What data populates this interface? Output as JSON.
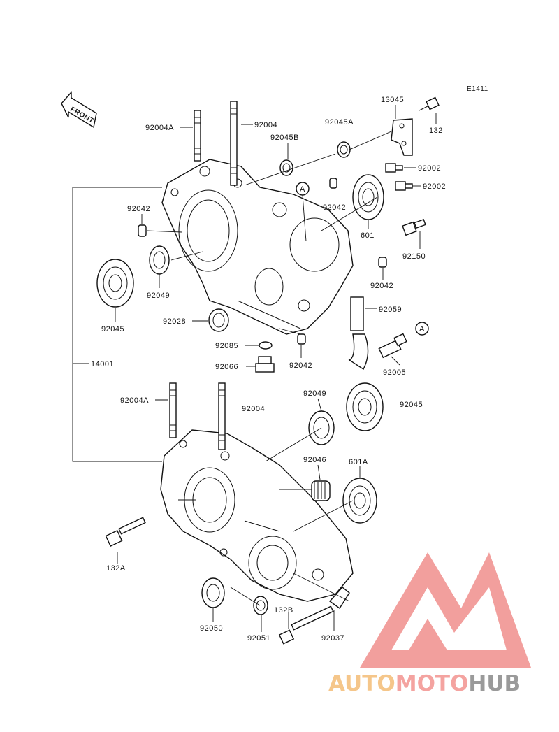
{
  "figure_code": "E1411",
  "front_label": "FRONT",
  "labels": {
    "p92004A_top": "92004A",
    "p92004_top": "92004",
    "p92045A": "92045A",
    "p13045": "13045",
    "p132": "132",
    "p92045B": "92045B",
    "p92002_a": "92002",
    "p92002_b": "92002",
    "callout_A1": "A",
    "p92042_right": "92042",
    "p601": "601",
    "p92042_left": "92042",
    "p92150": "92150",
    "p92049_top": "92049",
    "p92045_left": "92045",
    "p92042_mid": "92042",
    "p92028": "92028",
    "p92059": "92059",
    "callout_A2": "A",
    "p92085": "92085",
    "p92066": "92066",
    "p92042_low": "92042",
    "p92005": "92005",
    "p14001": "14001",
    "p92004A_low": "92004A",
    "p92004_low": "92004",
    "p92049_low": "92049",
    "p92045_right": "92045",
    "p92046": "92046",
    "p601A": "601A",
    "p132A": "132A",
    "p92050": "92050",
    "p132B": "132B",
    "p92051": "92051",
    "p92037": "92037"
  },
  "watermark": {
    "part1": "AUTO",
    "part2": "MOTO",
    "part3": "HUB",
    "colors": {
      "auto": "#f5c68a",
      "moto": "#f4a3a0",
      "hub": "#9a9a9a",
      "logo": "#f08f8c"
    }
  }
}
